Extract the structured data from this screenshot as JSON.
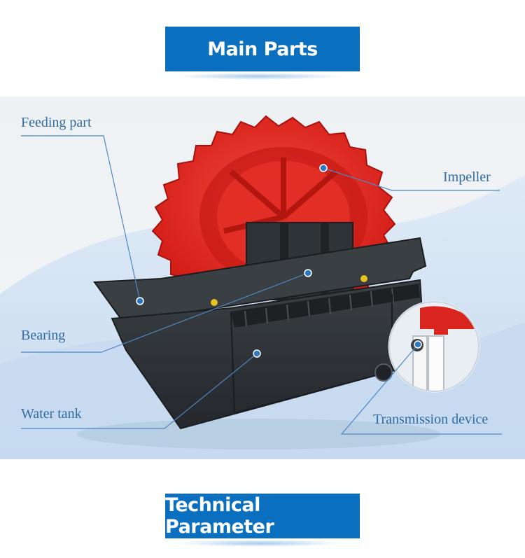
{
  "headings": {
    "main_parts": "Main Parts",
    "technical_parameter": "Technical Parameter"
  },
  "callouts": {
    "feeding_part": "Feeding part",
    "impeller": "Impeller",
    "bearing": "Bearing",
    "water_tank": "Water tank",
    "transmission_device": "Transmission device"
  },
  "colors": {
    "banner_blue": "#0b6fbf",
    "callout_text": "#2f6aa3",
    "callout_line": "#4d88c4",
    "impeller_red": "#e8261f",
    "tank_dark": "#2b2f33",
    "backdrop_blue": "#cfe0f3"
  }
}
